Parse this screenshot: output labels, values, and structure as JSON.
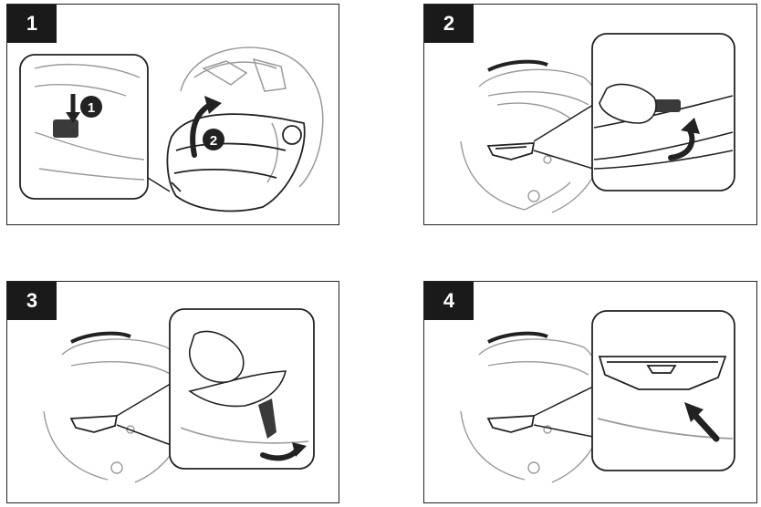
{
  "steps": [
    {
      "number": "1",
      "callouts": [
        "1",
        "2"
      ]
    },
    {
      "number": "2"
    },
    {
      "number": "3"
    },
    {
      "number": "4"
    }
  ],
  "colors": {
    "outline": "#222222",
    "light_line": "#9a9a9a",
    "dark_part": "#3a3a3a",
    "badge": "#1a1a1a"
  }
}
